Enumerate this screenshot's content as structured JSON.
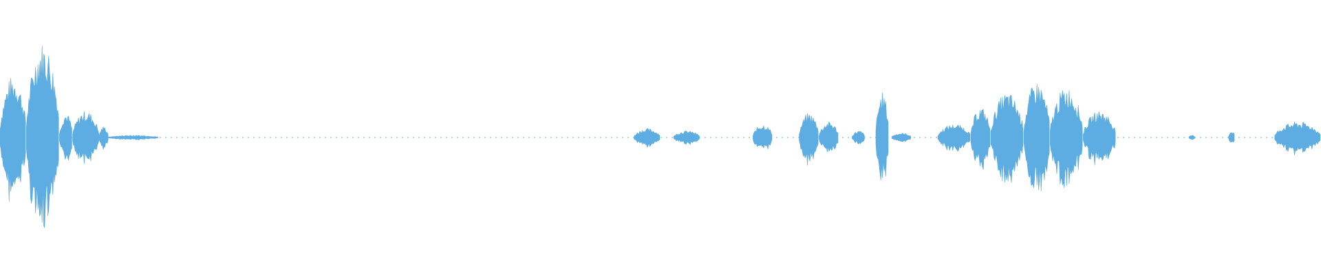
{
  "waveform": {
    "color": "#5dade2",
    "segments": [
      {
        "start": 0.0,
        "end": 0.02,
        "peak": 0.55
      },
      {
        "start": 0.02,
        "end": 0.045,
        "peak": 0.85
      },
      {
        "start": 0.045,
        "end": 0.055,
        "peak": 0.22
      },
      {
        "start": 0.055,
        "end": 0.075,
        "peak": 0.24
      },
      {
        "start": 0.075,
        "end": 0.082,
        "peak": 0.1
      },
      {
        "start": 0.082,
        "end": 0.12,
        "peak": 0.02
      },
      {
        "start": 0.48,
        "end": 0.5,
        "peak": 0.08
      },
      {
        "start": 0.51,
        "end": 0.53,
        "peak": 0.06
      },
      {
        "start": 0.57,
        "end": 0.585,
        "peak": 0.12
      },
      {
        "start": 0.605,
        "end": 0.62,
        "peak": 0.22
      },
      {
        "start": 0.62,
        "end": 0.635,
        "peak": 0.14
      },
      {
        "start": 0.645,
        "end": 0.655,
        "peak": 0.06
      },
      {
        "start": 0.663,
        "end": 0.673,
        "peak": 0.4
      },
      {
        "start": 0.675,
        "end": 0.69,
        "peak": 0.04
      },
      {
        "start": 0.71,
        "end": 0.735,
        "peak": 0.12
      },
      {
        "start": 0.735,
        "end": 0.75,
        "peak": 0.27
      },
      {
        "start": 0.75,
        "end": 0.775,
        "peak": 0.4
      },
      {
        "start": 0.775,
        "end": 0.795,
        "peak": 0.5
      },
      {
        "start": 0.795,
        "end": 0.82,
        "peak": 0.45
      },
      {
        "start": 0.82,
        "end": 0.845,
        "peak": 0.24
      },
      {
        "start": 0.9,
        "end": 0.905,
        "peak": 0.02
      },
      {
        "start": 0.93,
        "end": 0.935,
        "peak": 0.06
      },
      {
        "start": 0.965,
        "end": 1.0,
        "peak": 0.14
      }
    ]
  }
}
